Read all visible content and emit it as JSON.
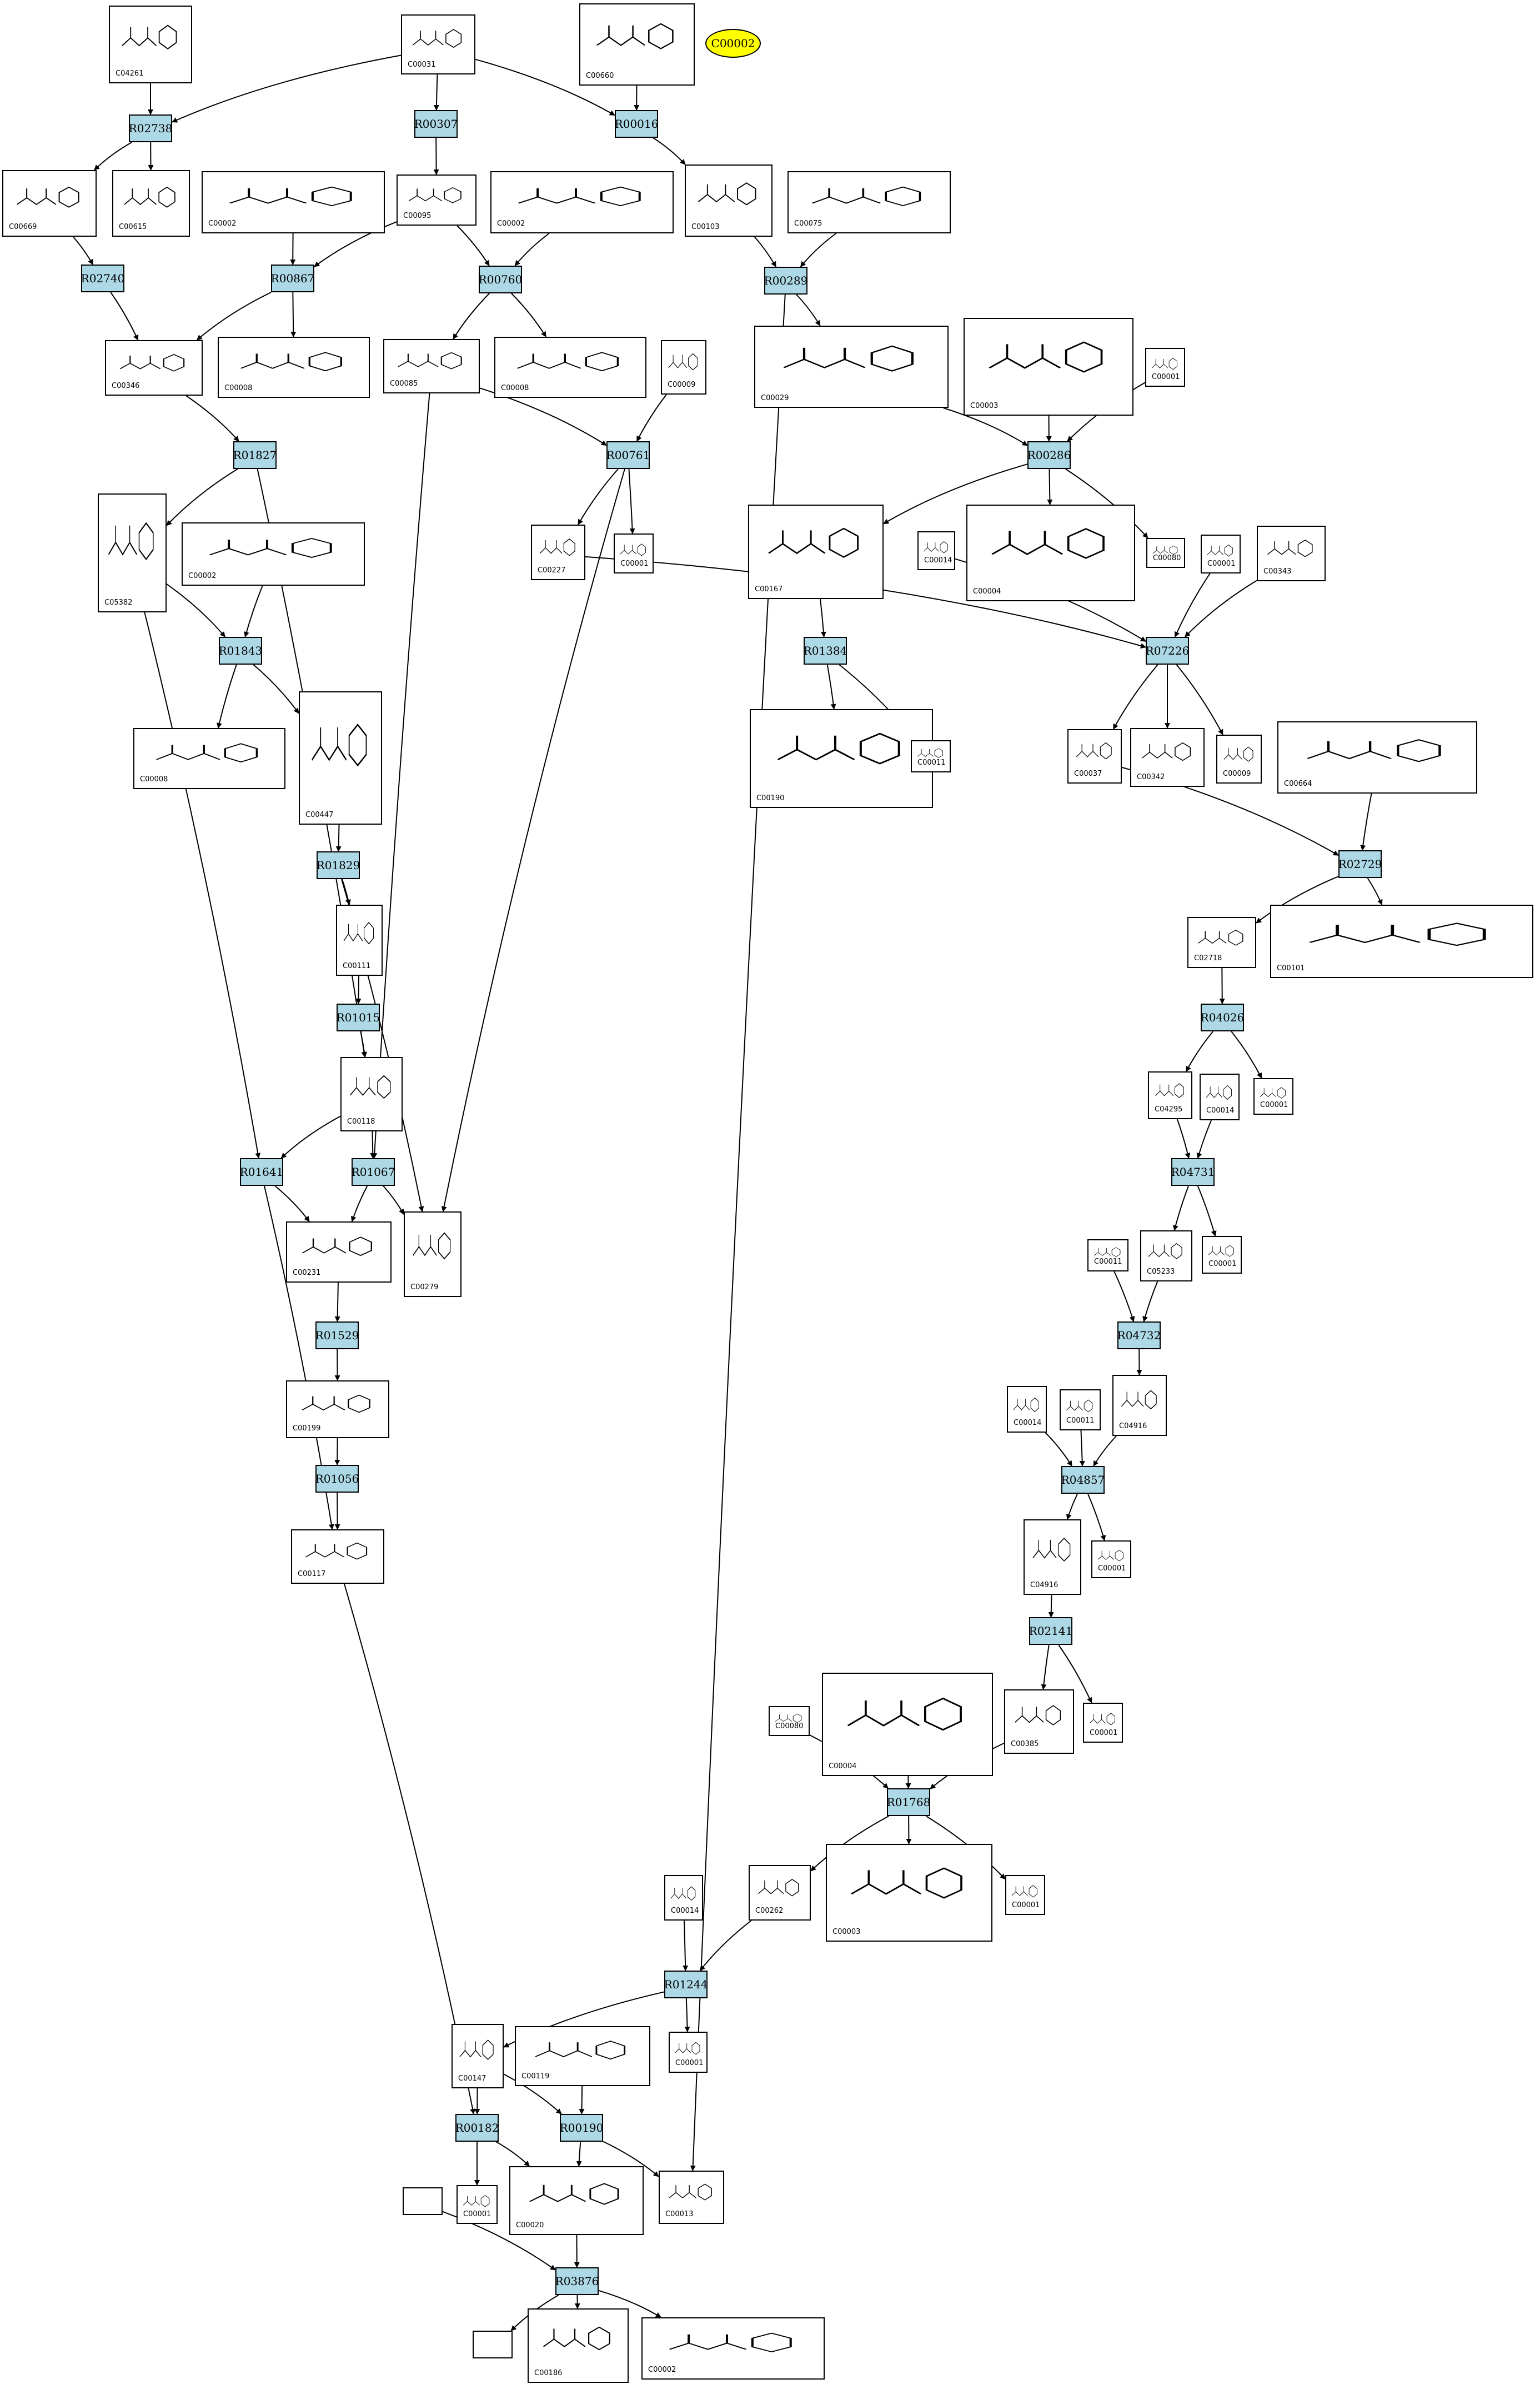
{
  "compound_label": "C00002",
  "compounds": [
    {
      "id": "c04261",
      "label": "C04261"
    },
    {
      "id": "c00031",
      "label": "C00031"
    },
    {
      "id": "c00660",
      "label": "C00660"
    },
    {
      "id": "c00669",
      "label": "C00669"
    },
    {
      "id": "c00615",
      "label": "C00615"
    },
    {
      "id": "c00002a",
      "label": "C00002"
    },
    {
      "id": "c00095",
      "label": "C00095"
    },
    {
      "id": "c00002b",
      "label": "C00002"
    },
    {
      "id": "c00103",
      "label": "C00103"
    },
    {
      "id": "c00075",
      "label": "C00075"
    },
    {
      "id": "c00346",
      "label": "C00346"
    },
    {
      "id": "c00008a",
      "label": "C00008"
    },
    {
      "id": "c00085",
      "label": "C00085"
    },
    {
      "id": "c00008b",
      "label": "C00008"
    },
    {
      "id": "c00009",
      "label": "C00009"
    },
    {
      "id": "c00029",
      "label": "C00029"
    },
    {
      "id": "c00003a",
      "label": "C00003"
    },
    {
      "id": "c00001a",
      "label": "C00001"
    },
    {
      "id": "c05382",
      "label": "C05382"
    },
    {
      "id": "c00002c",
      "label": "C00002"
    },
    {
      "id": "c00227",
      "label": "C00227"
    },
    {
      "id": "c00001b",
      "label": "C00001"
    },
    {
      "id": "c00167",
      "label": "C00167"
    },
    {
      "id": "c00004a",
      "label": "C00004"
    },
    {
      "id": "c00014a",
      "label": "C00014"
    },
    {
      "id": "c00080a",
      "label": "C00080"
    },
    {
      "id": "c00001c",
      "label": "C00001"
    },
    {
      "id": "c00343",
      "label": "C00343"
    },
    {
      "id": "c00008c",
      "label": "C00008"
    },
    {
      "id": "c00447",
      "label": "C00447"
    },
    {
      "id": "c00190",
      "label": "C00190"
    },
    {
      "id": "c00011a",
      "label": "C00011"
    },
    {
      "id": "c00037",
      "label": "C00037"
    },
    {
      "id": "c00342",
      "label": "C00342"
    },
    {
      "id": "c00009b",
      "label": "C00009"
    },
    {
      "id": "c00664",
      "label": "C00664"
    },
    {
      "id": "c00111",
      "label": "C00111"
    },
    {
      "id": "c02718",
      "label": "C02718"
    },
    {
      "id": "c00101",
      "label": "C00101"
    },
    {
      "id": "c00118",
      "label": "C00118"
    },
    {
      "id": "c04295",
      "label": "C04295"
    },
    {
      "id": "c00014b",
      "label": "C00014"
    },
    {
      "id": "c00001d",
      "label": "C00001"
    },
    {
      "id": "c00231",
      "label": "C00231"
    },
    {
      "id": "c00279",
      "label": "C00279"
    },
    {
      "id": "c00011b",
      "label": "C00011"
    },
    {
      "id": "c05233",
      "label": "C05233"
    },
    {
      "id": "c00001e",
      "label": "C00001"
    },
    {
      "id": "c00199",
      "label": "C00199"
    },
    {
      "id": "c00014c",
      "label": "C00014"
    },
    {
      "id": "c00011c",
      "label": "C00011"
    },
    {
      "id": "c04916",
      "label": "C04916"
    },
    {
      "id": "c00117",
      "label": "C00117"
    },
    {
      "id": "c04916b",
      "label": "C04916"
    },
    {
      "id": "c00001f",
      "label": "C00001"
    },
    {
      "id": "c00080b",
      "label": "C00080"
    },
    {
      "id": "c00004b",
      "label": "C00004"
    },
    {
      "id": "c00385",
      "label": "C00385"
    },
    {
      "id": "c00001g",
      "label": "C00001"
    },
    {
      "id": "c00014d",
      "label": "C00014"
    },
    {
      "id": "c00262",
      "label": "C00262"
    },
    {
      "id": "c00003b",
      "label": "C00003"
    },
    {
      "id": "c00001h",
      "label": "C00001"
    },
    {
      "id": "c00001i",
      "label": "C00001"
    },
    {
      "id": "c00147",
      "label": "C00147"
    },
    {
      "id": "c00119",
      "label": "C00119"
    },
    {
      "id": "blank1",
      "label": ""
    },
    {
      "id": "c00001j",
      "label": "C00001"
    },
    {
      "id": "c00020",
      "label": "C00020"
    },
    {
      "id": "c00013",
      "label": "C00013"
    },
    {
      "id": "blank2",
      "label": ""
    },
    {
      "id": "c00186",
      "label": "C00186"
    },
    {
      "id": "c00002d",
      "label": "C00002"
    }
  ],
  "reactions": [
    {
      "id": "R02738",
      "label": "R02738"
    },
    {
      "id": "R00307",
      "label": "R00307"
    },
    {
      "id": "R00016",
      "label": "R00016"
    },
    {
      "id": "R02740",
      "label": "R02740"
    },
    {
      "id": "R00867",
      "label": "R00867"
    },
    {
      "id": "R00760",
      "label": "R00760"
    },
    {
      "id": "R00289",
      "label": "R00289"
    },
    {
      "id": "R01827",
      "label": "R01827"
    },
    {
      "id": "R00761",
      "label": "R00761"
    },
    {
      "id": "R00286",
      "label": "R00286"
    },
    {
      "id": "R01843",
      "label": "R01843"
    },
    {
      "id": "R01384",
      "label": "R01384"
    },
    {
      "id": "R07226",
      "label": "R07226"
    },
    {
      "id": "R01829",
      "label": "R01829"
    },
    {
      "id": "R02729",
      "label": "R02729"
    },
    {
      "id": "R01015",
      "label": "R01015"
    },
    {
      "id": "R04026",
      "label": "R04026"
    },
    {
      "id": "R01641",
      "label": "R01641"
    },
    {
      "id": "R01067",
      "label": "R01067"
    },
    {
      "id": "R04731",
      "label": "R04731"
    },
    {
      "id": "R01529",
      "label": "R01529"
    },
    {
      "id": "R04732",
      "label": "R04732"
    },
    {
      "id": "R01056",
      "label": "R01056"
    },
    {
      "id": "R04857",
      "label": "R04857"
    },
    {
      "id": "R02141",
      "label": "R02141"
    },
    {
      "id": "R01768",
      "label": "R01768"
    },
    {
      "id": "R01244",
      "label": "R01244"
    },
    {
      "id": "R00182",
      "label": "R00182"
    },
    {
      "id": "R00190",
      "label": "R00190"
    },
    {
      "id": "R03876",
      "label": "R03876"
    }
  ]
}
